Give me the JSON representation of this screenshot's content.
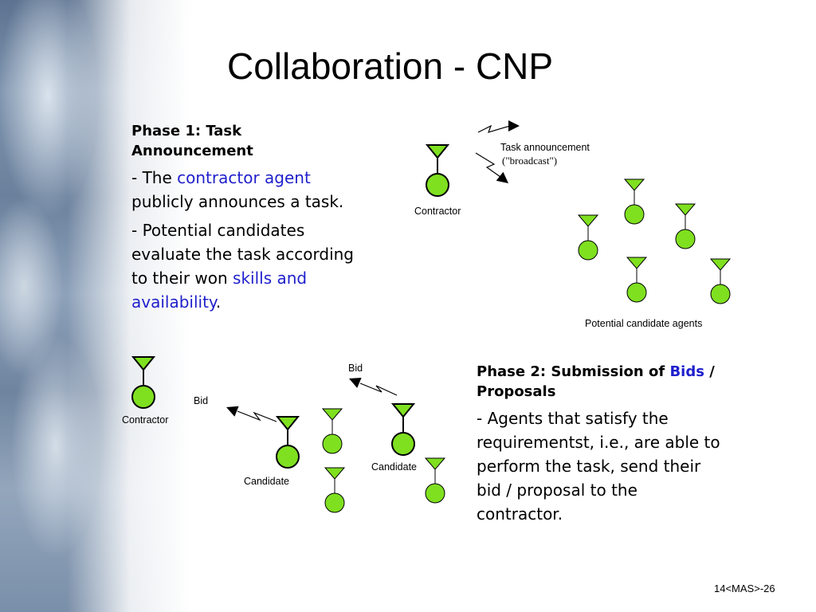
{
  "title": "Collaboration - CNP",
  "phase1": {
    "heading_line1": "Phase 1: Task",
    "heading_line2": "Announcement",
    "p1_dash": "- The ",
    "p1_hl": "contractor agent",
    "p1_rest": "publicly announces a task.",
    "p2_line1": "- Potential candidates",
    "p2_line2": "evaluate the task according",
    "p2_line3_pre": "to their won ",
    "p2_line3_hl": "skills and",
    "p2_line4_hl": "availability",
    "p2_line4_end": "."
  },
  "phase2": {
    "heading_pre": "Phase 2: Submission of ",
    "heading_hl": "Bids",
    "heading_post": " /",
    "heading_line2": "Proposals",
    "p1_line1": "- Agents that satisfy the",
    "p1_line2": "requirementst, i.e., are able to",
    "p1_line3": "perform the task, send their",
    "p1_line4": "bid / proposal to the",
    "p1_line5": "contractor."
  },
  "diagram": {
    "label_task_announcement": "Task announcement",
    "label_broadcast": "(\"broadcast\")",
    "label_contractor_top": "Contractor",
    "label_potential_candidates": "Potential candidate agents",
    "label_contractor_bottom": "Contractor",
    "label_bid_left": "Bid",
    "label_bid_top": "Bid",
    "label_candidate_left": "Candidate",
    "label_candidate_right": "Candidate"
  },
  "colors": {
    "agent_fill": "#7fe020",
    "agent_stroke": "#000000",
    "highlight": "#1f1fcc"
  },
  "icons": [
    "agent-icon",
    "message-arrow-icon"
  ],
  "footer": {
    "page_number": "14<MAS>-26"
  }
}
